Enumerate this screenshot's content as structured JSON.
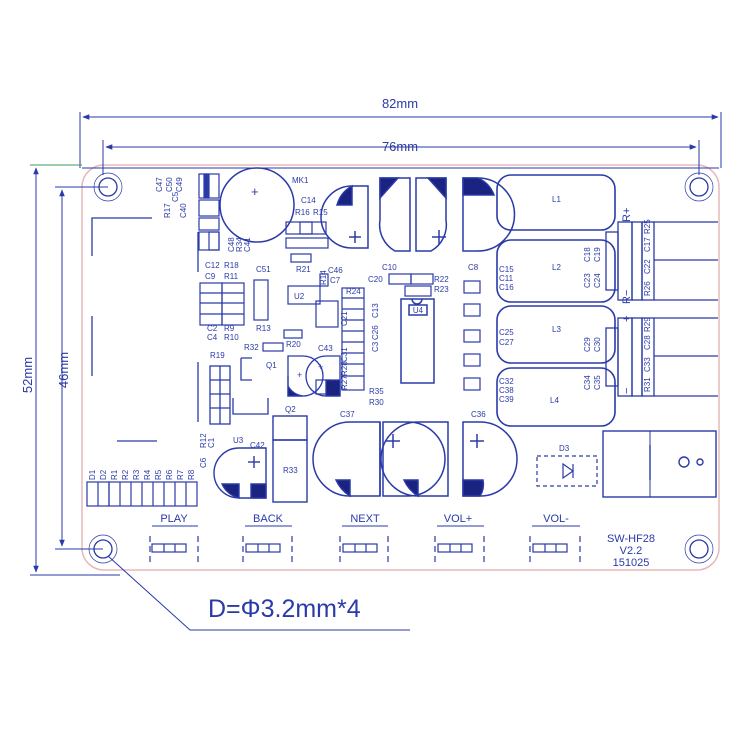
{
  "dimensions": {
    "overall_width": "82mm",
    "inner_width": "76mm",
    "overall_height": "52mm",
    "inner_height": "46mm",
    "holes": "D=Φ3.2mm*4"
  },
  "board": {
    "name": "SW-HF28",
    "version": "V2.2",
    "date": "151025"
  },
  "buttons": [
    "PLAY",
    "BACK",
    "NEXT",
    "VOL+",
    "VOL-"
  ],
  "outputs": {
    "r_plus": "R+",
    "r_minus": "R−",
    "l_plus": "+",
    "l_minus": "−"
  },
  "labels": {
    "MK1": "MK1",
    "C47": "C47",
    "C50": "C50",
    "C49": "C49",
    "R17": "R17",
    "C5": "C5",
    "C40": "C40",
    "C48": "C48",
    "R34": "R34",
    "C41": "C41",
    "C14": "C14",
    "R16": "R16",
    "R15": "R15",
    "R21": "R21",
    "C10": "C10",
    "C8": "C8",
    "C20": "C20",
    "R22": "R22",
    "R23": "R23",
    "C46": "C46",
    "R14": "R14",
    "C7": "C7",
    "U2": "U2",
    "U4": "U4",
    "C12": "C12",
    "R18": "R18",
    "C9": "C9",
    "R11": "R11",
    "C51": "C51",
    "C2": "C2",
    "R9": "R9",
    "C4": "C4",
    "R10": "R10",
    "R13": "R13",
    "R24": "R24",
    "C13": "C13",
    "C21": "C21",
    "C26": "C26",
    "C3": "C3",
    "C31": "C31",
    "R28": "R28",
    "R27": "R27",
    "C43": "C43",
    "R32": "R32",
    "R20": "R20",
    "R19": "R19",
    "Q1": "Q1",
    "Q2": "Q2",
    "R35": "R35",
    "R30": "R30",
    "C37": "C37",
    "C36": "C36",
    "L1": "L1",
    "L2": "L2",
    "L3": "L3",
    "L4": "L4",
    "C15": "C15",
    "C11": "C11",
    "C16": "C16",
    "C18": "C18",
    "C19": "C19",
    "C23": "C23",
    "C24": "C24",
    "C25": "C25",
    "C27": "C27",
    "C29": "C29",
    "C30": "C30",
    "C32": "C32",
    "C38": "C38",
    "C39": "C39",
    "C34": "C34",
    "C35": "C35",
    "R26": "R26",
    "C22": "C22",
    "C17": "C17",
    "R25": "R25",
    "R31": "R31",
    "C33": "C33",
    "C28": "C28",
    "R29": "R29",
    "C6": "C6",
    "C1": "C1",
    "R12": "R12",
    "U3": "U3",
    "C42": "C42",
    "R33": "R33",
    "D1": "D1",
    "D2": "D2",
    "R1": "R1",
    "R2": "R2",
    "R3": "R3",
    "R4": "R4",
    "R5": "R5",
    "R6": "R6",
    "R7": "R7",
    "R8": "R8",
    "D3": "D3"
  },
  "colors": {
    "line": "#2a3aa8",
    "dark": "#1a2480",
    "board_edge": "#e7b8bc",
    "dim_green": "#3a9a5a"
  }
}
